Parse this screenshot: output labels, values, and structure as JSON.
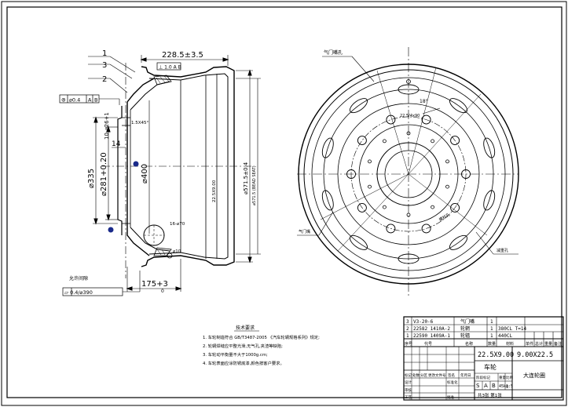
{
  "side_view": {
    "callouts": [
      "1",
      "3",
      "2",
      "14"
    ],
    "dims": {
      "width_top": "228.5±3.5",
      "ref_box": "⊥ 1.0 A B",
      "runout_box": {
        "sym": "⊚",
        "val": "⌀0.4",
        "a": "A",
        "b": "B"
      },
      "d335": "⌀335",
      "d281": "⌀281+0.20",
      "d400": "⌀400",
      "d571": "⌀571.5±0.4",
      "bead_dim": "10-⌀26+1",
      "chamfer": "1.5X45°",
      "valve_hole": "16-⌀70",
      "vent": "⌀10",
      "center_len": "22.5X9.00",
      "bead_seat": "⌀571.5 (BEAD SEAT)",
      "offset_bottom": "175+3",
      "offset_sub": "0"
    },
    "flat_tol_label": "允许间隙",
    "flat_tol_box": "⏥ 0.4/⌀390"
  },
  "front_view": {
    "label_top": "气门嘴孔",
    "label_pcd": "22.5/4x90",
    "label_angle": "18°",
    "label_bolt": "螺栓孔",
    "label_left": "气门嘴",
    "label_right": "减重孔"
  },
  "notes": {
    "title": "技术要求",
    "items": [
      "1. 车轮制造符合 GB/T3487-2005 《汽车轮辋规格系列》规定;",
      "2. 轮辋焊缝应平整光滑,无气孔,夹渣等缺陷;",
      "3. 车轮动平衡量不大于1000g.cm;",
      "4. 车轮表面应涂防锈底漆,颜色按客户要求。"
    ]
  },
  "title_block": {
    "rows": [
      [
        "3",
        "V3-20-6",
        "气门嘴",
        "1",
        ""
      ],
      [
        "2",
        "22582 1410A-2",
        "轮辋",
        "1",
        "380CL  T=14"
      ],
      [
        "1",
        "22590 1409A-1",
        "轮辐",
        "1",
        "440CL"
      ]
    ],
    "headers": [
      "序号",
      "代号",
      "名称",
      "数量",
      "材料",
      "单件",
      "总计",
      "重量",
      "备注"
    ],
    "size_left": "22.5X9.00",
    "size_right": "9.00X22.5",
    "part_name": "车轮",
    "company": "大连轮圈",
    "stage_labels": [
      "阶段标记",
      "重量",
      "比例"
    ],
    "stage_marks": [
      "S",
      "A",
      "B"
    ],
    "weight": "45kg",
    "scale": "1:5",
    "sheet": "共3张 第1张",
    "sign_rows": [
      "标记",
      "处数",
      "分区",
      "更改文件号",
      "签名",
      "年月日"
    ],
    "people": [
      "设计",
      "标准化",
      "审核",
      "工艺",
      "批准"
    ]
  }
}
